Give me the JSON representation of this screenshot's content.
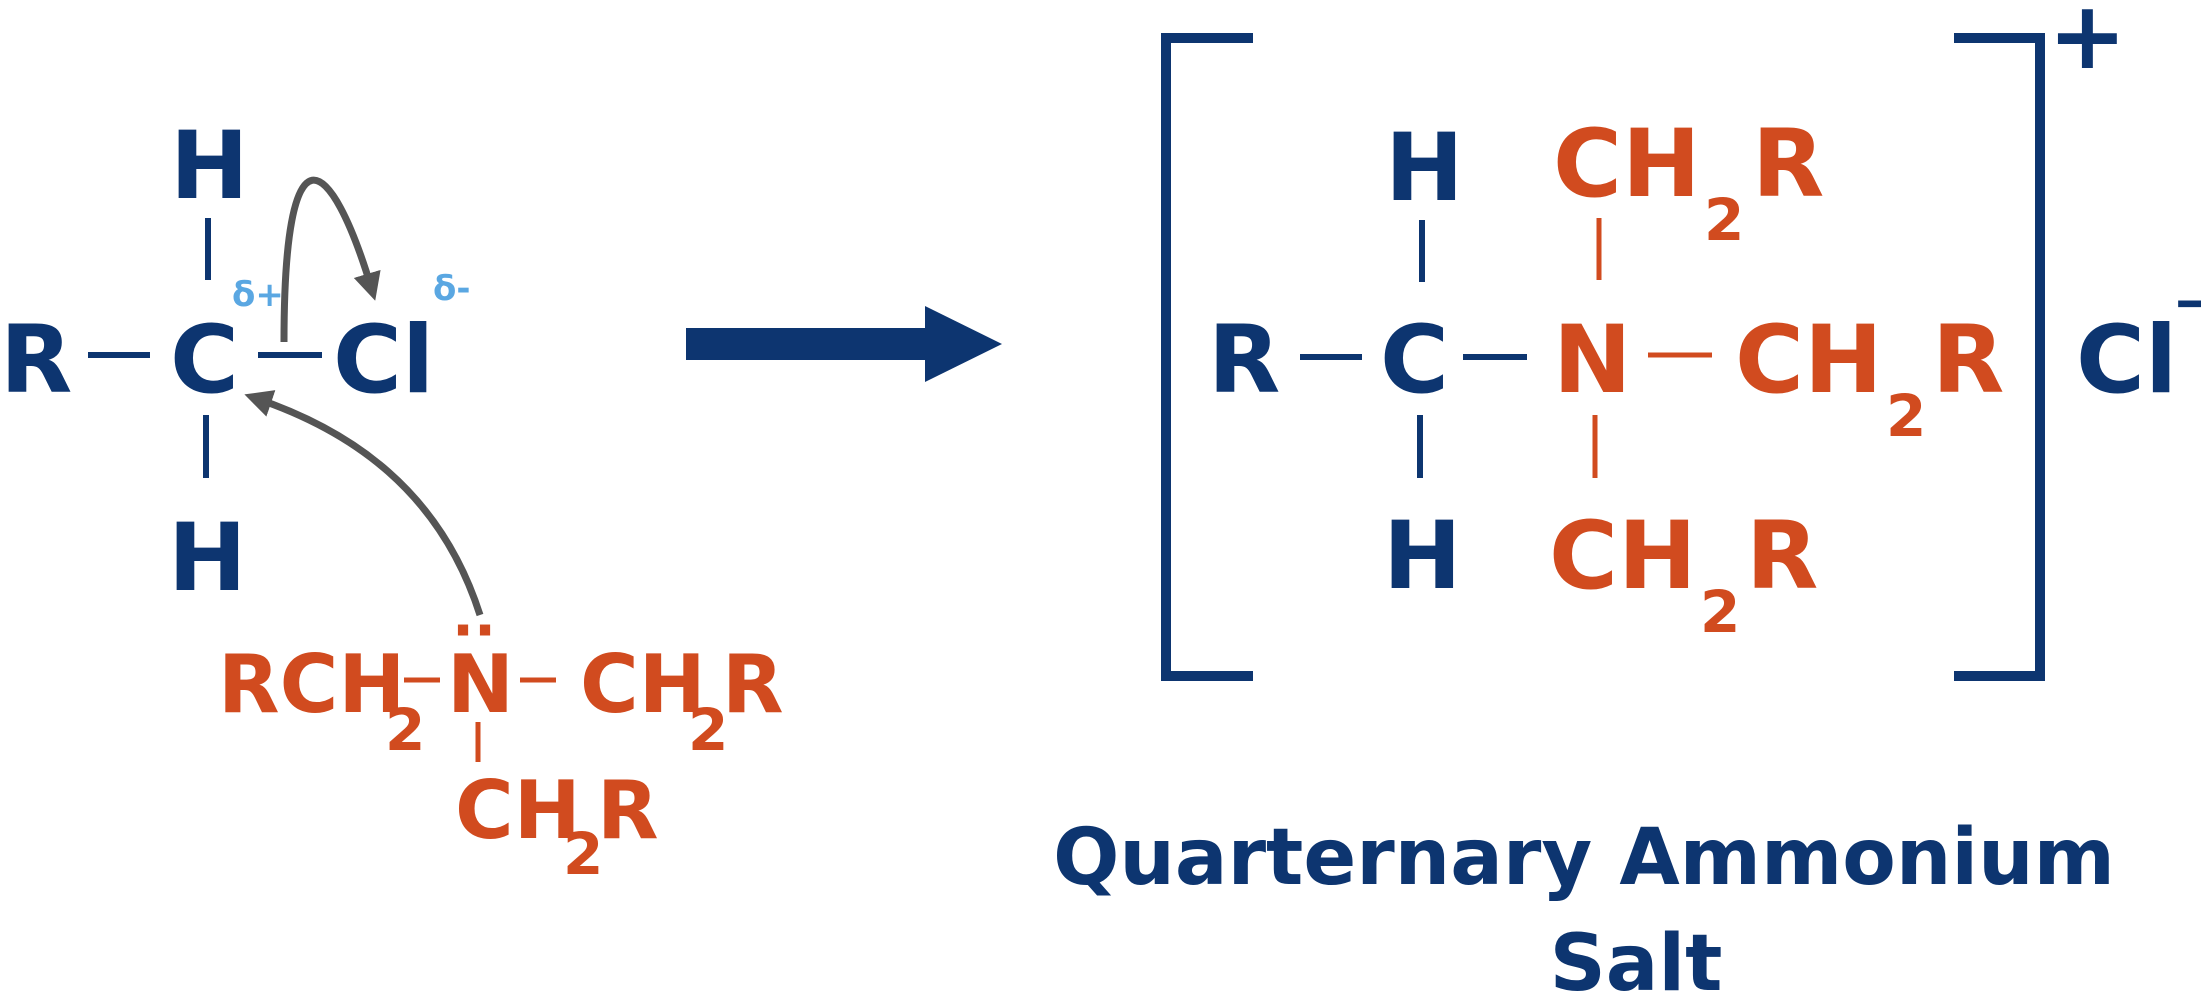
{
  "reactant": {
    "r": "R",
    "carbon": "C",
    "h_top": "H",
    "h_bottom": "H",
    "cl": "Cl",
    "delta_plus": "δ+",
    "delta_minus": "δ-"
  },
  "amine": {
    "left_group": "RCH",
    "left_sub": "2",
    "nitrogen": "N",
    "lone_pair": "··",
    "right_group_ch": "CH",
    "right_sub": "2",
    "right_group_r": "R",
    "bottom_group_ch": "CH",
    "bottom_sub": "2",
    "bottom_group_r": "R"
  },
  "product": {
    "r": "R",
    "carbon": "C",
    "h_top": "H",
    "h_bottom": "H",
    "nitrogen": "N",
    "top_ch": "CH",
    "top_sub": "2",
    "top_r": "R",
    "right_ch": "CH",
    "right_sub": "2",
    "right_r": "R",
    "bottom_ch": "CH",
    "bottom_sub": "2",
    "bottom_r": "R",
    "charge": "+",
    "counter_ion": "Cl",
    "counter_charge": "−"
  },
  "caption": {
    "line1": "Quarternary Ammonium",
    "line2": "Salt"
  },
  "colors": {
    "navy": "#0d3570",
    "orange": "#d14b1f",
    "delta_blue": "#5aa7e2",
    "arrow_gray": "#555555"
  }
}
